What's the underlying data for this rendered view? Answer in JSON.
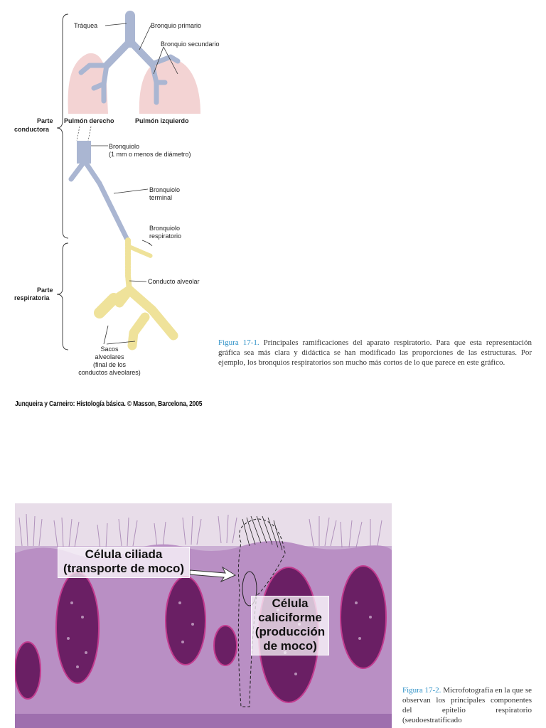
{
  "figure1": {
    "labels": {
      "traquea": "Tráquea",
      "bronquio_primario": "Bronquio primario",
      "bronquio_secundario": "Bronquio secundario",
      "pulmon_derecho": "Pulmón derecho",
      "pulmon_izquierdo": "Pulmón izquierdo",
      "parte_conductora_1": "Parte",
      "parte_conductora_2": "conductora",
      "bronquiolo_1": "Bronquiolo",
      "bronquiolo_2": "(1 mm o menos de diámetro)",
      "terminal_1": "Bronquiolo",
      "terminal_2": "terminal",
      "respiratorio_1": "Bronquiolo",
      "respiratorio_2": "respiratorio",
      "conducto_alveolar": "Conducto alveolar",
      "parte_respiratoria_1": "Parte",
      "parte_respiratoria_2": "respiratoria",
      "sacos_1": "Sacos",
      "sacos_2": "alveolares",
      "sacos_3": "(final de los",
      "sacos_4": "conductos alveolares)"
    },
    "caption_label": "Figura 17-1.",
    "caption_text": " Principales ramificaciones del aparato respiratorio. Para que esta representación gráfica sea más clara y didáctica se han modificado las proporciones de las estructuras. Por ejemplo, los bronquios respiratorios son mucho más cortos de lo que parece en este gráfico."
  },
  "credit": "Junqueira y Carneiro: Histología básica. © Masson, Barcelona, 2005",
  "figure2": {
    "overlay_ciliada_1": "Célula ciliada",
    "overlay_ciliada_2": "(transporte de moco)",
    "overlay_caliciforme_1": "Célula",
    "overlay_caliciforme_2": "caliciforme",
    "overlay_caliciforme_3": "(producción",
    "overlay_caliciforme_4": "de moco)",
    "caption_label": "Figura 17-2.",
    "caption_text": " Microfotografía en la que se observan los principales componentes del epitelio respiratorio (seudoestratificado"
  },
  "colors": {
    "bronchi": "#aab6d2",
    "lung": "#f3d3d3",
    "respiratory": "#efe29a",
    "caption_accent": "#2a8fc6",
    "tissue": "#c7a9d2"
  }
}
